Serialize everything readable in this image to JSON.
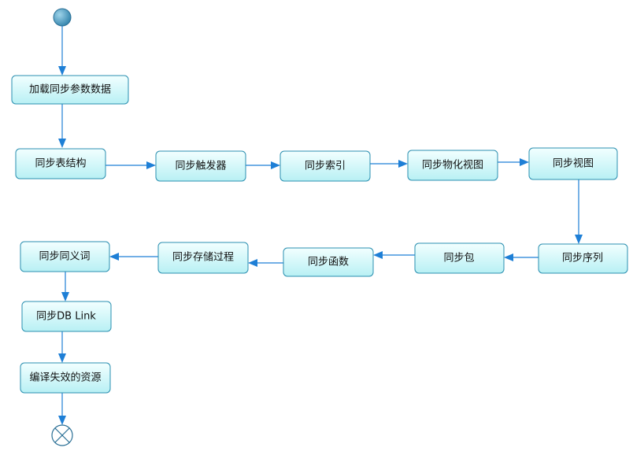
{
  "diagram": {
    "nodes": {
      "load_params": "加载同步参数数据",
      "sync_table": "同步表结构",
      "sync_trigger": "同步触发器",
      "sync_index": "同步索引",
      "sync_mview": "同步物化视图",
      "sync_view": "同步视图",
      "sync_sequence": "同步序列",
      "sync_package": "同步包",
      "sync_function": "同步函数",
      "sync_procedure": "同步存储过程",
      "sync_synonym": "同步同义词",
      "sync_dblink": "同步DB Link",
      "compile_invalid": "编译失效的资源"
    },
    "colors": {
      "node_fill_top": "#f2ffff",
      "node_fill_bottom": "#b8f0f4",
      "node_border": "#2a8fb0",
      "arrow": "#1e7fd6",
      "start_fill": "#3c8fb8"
    }
  }
}
